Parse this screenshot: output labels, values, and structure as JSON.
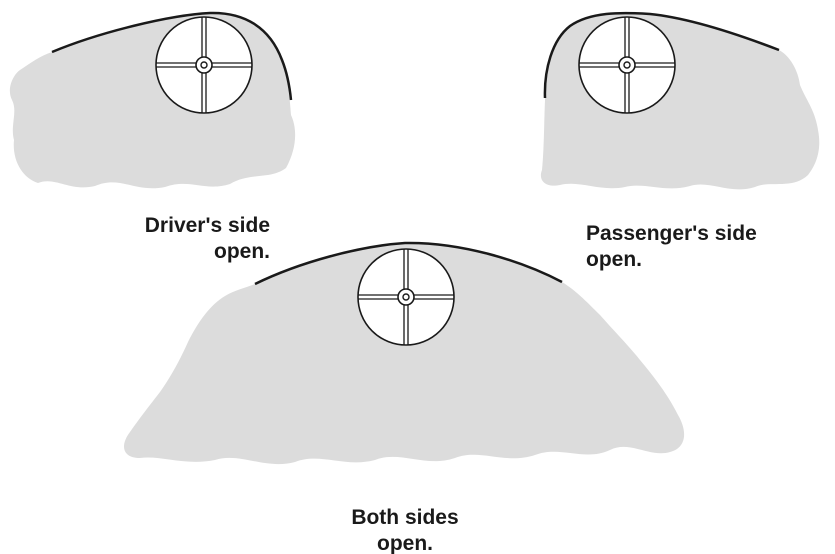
{
  "colors": {
    "spray": "#dcdcdc",
    "outline": "#1a1a1a",
    "nozzle_fill": "#ffffff"
  },
  "panels": [
    {
      "id": "driver",
      "caption_line1": "Driver's side",
      "caption_line2": "open."
    },
    {
      "id": "passenger",
      "caption_line1": "Passenger's side",
      "caption_line2": "open."
    },
    {
      "id": "both",
      "caption_line1": "Both sides",
      "caption_line2": "open."
    }
  ]
}
